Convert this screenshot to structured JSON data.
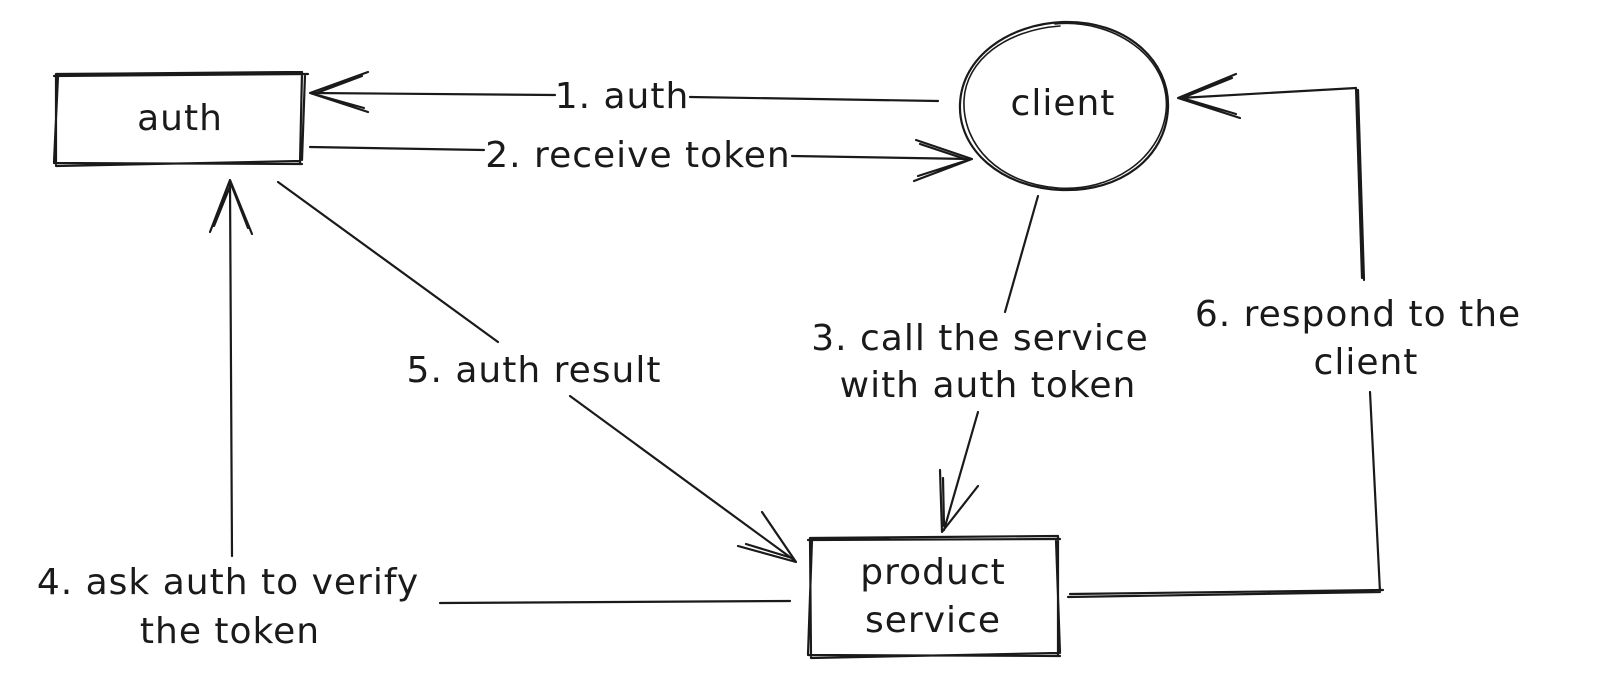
{
  "nodes": {
    "auth": "auth",
    "client": "client",
    "product_service": [
      "product",
      "service"
    ]
  },
  "edges": {
    "auth_request": "1. auth",
    "receive_token": "2. receive token",
    "call_service": [
      "3. call the service",
      "with auth token"
    ],
    "verify_token": [
      "4. ask auth to verify",
      "the token"
    ],
    "auth_result": "5. auth result",
    "respond_client": [
      "6. respond to the",
      "client"
    ]
  }
}
